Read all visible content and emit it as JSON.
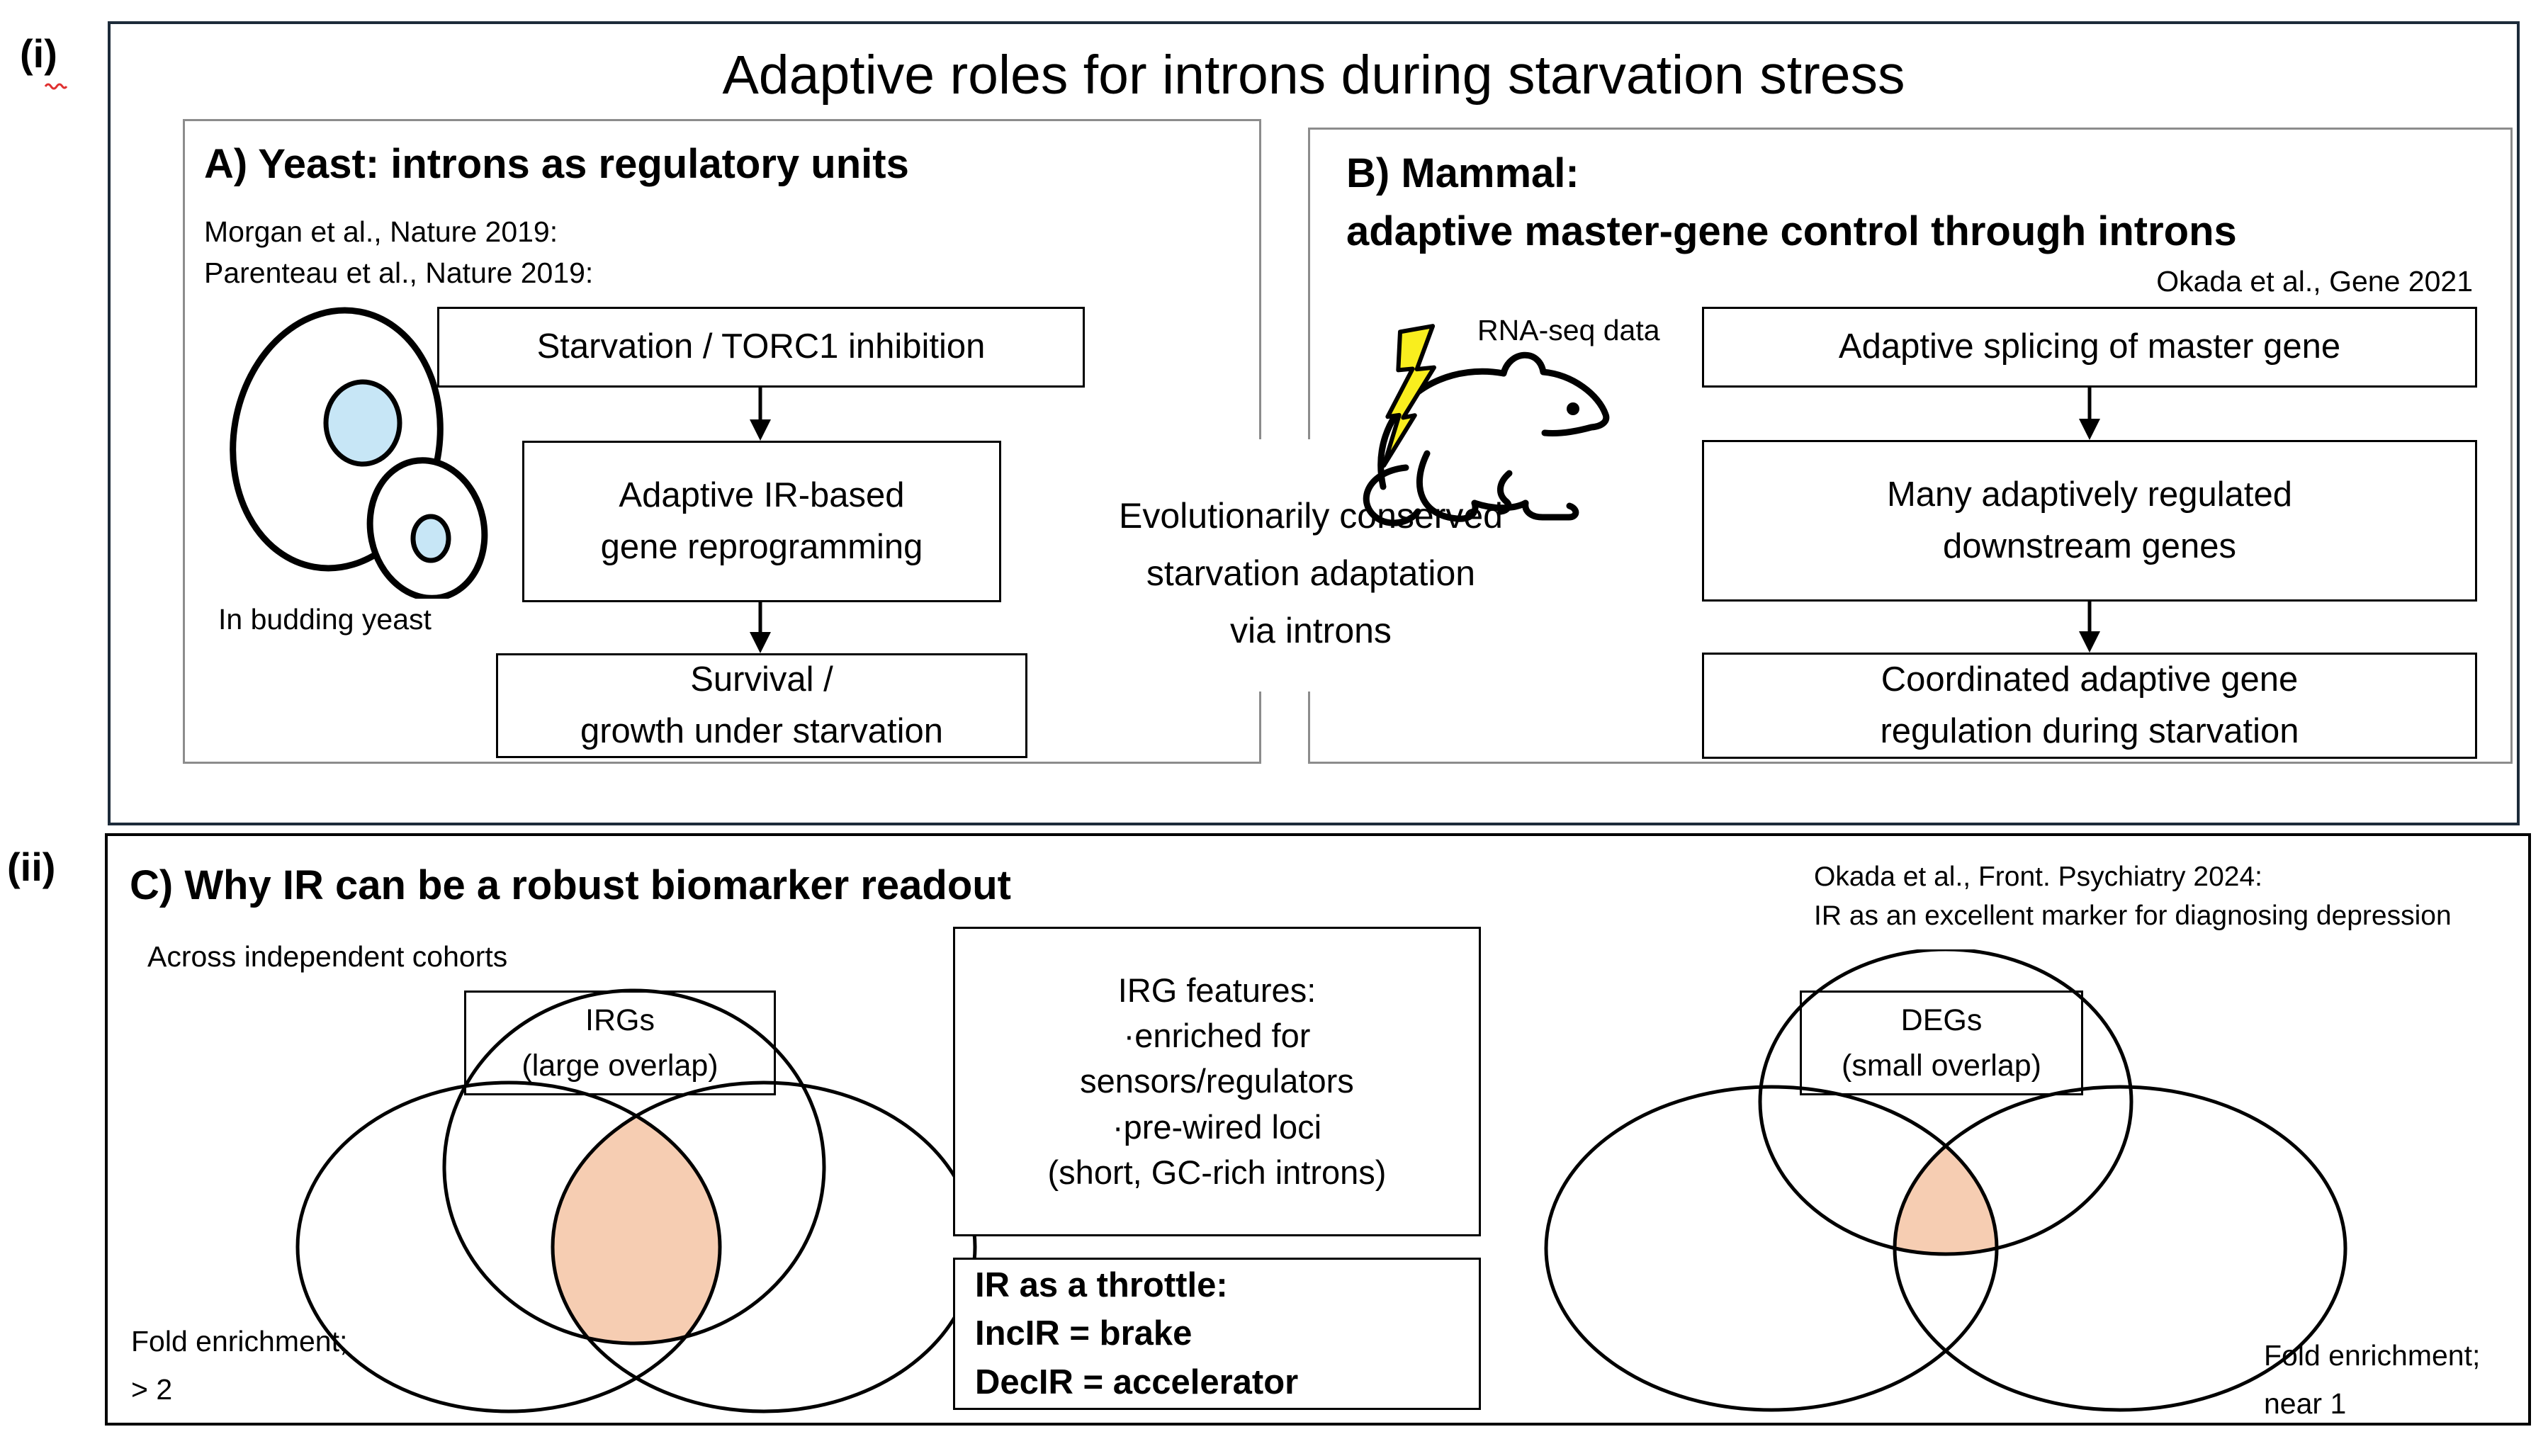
{
  "section1": {
    "label": "(i)",
    "title": "Adaptive roles for introns during starvation stress",
    "center_text": {
      "line1": "Evolutionarily conserved",
      "line2": "starvation adaptation",
      "line3": "via introns"
    },
    "panel_a": {
      "heading": "A) Yeast: introns as regulatory units",
      "citation1": "Morgan et al., Nature 2019:",
      "citation2": "Parenteau et al., Nature 2019:",
      "yeast_caption": "In budding yeast",
      "boxes": [
        {
          "lines": [
            "Starvation / TORC1 inhibition"
          ]
        },
        {
          "lines": [
            "Adaptive IR-based",
            "gene reprogramming"
          ]
        },
        {
          "lines": [
            "Survival /",
            "growth under starvation"
          ]
        }
      ]
    },
    "panel_b": {
      "heading_line1": "B) Mammal:",
      "heading_line2": "adaptive master-gene control through introns",
      "citation": "Okada et al., Gene 2021",
      "rnaseq_label": "RNA-seq data",
      "boxes": [
        {
          "lines": [
            "Adaptive splicing of master gene"
          ]
        },
        {
          "lines": [
            "Many adaptively regulated",
            "downstream genes"
          ]
        },
        {
          "lines": [
            "Coordinated adaptive gene",
            "regulation during starvation"
          ]
        }
      ]
    }
  },
  "section2": {
    "label": "(ii)",
    "heading": "C) Why IR can be a robust biomarker readout",
    "subheading": "Across independent cohorts",
    "citation_line1": "Okada et al., Front. Psychiatry 2024:",
    "citation_line2": "IR as an excellent marker for diagnosing depression",
    "left_venn": {
      "label_line1": "IRGs",
      "label_line2": "(large overlap)",
      "fold_line1": "Fold enrichment;",
      "fold_line2": "> 2"
    },
    "right_venn": {
      "label_line1": "DEGs",
      "label_line2": "(small overlap)",
      "fold_line1": "Fold enrichment;",
      "fold_line2": "near 1"
    },
    "irg_features": {
      "line1": "IRG features:",
      "line2": "·enriched for",
      "line3": "sensors/regulators",
      "line4": "·pre-wired loci",
      "line5": "(short, GC-rich introns)"
    },
    "throttle": {
      "line1": "IR as a throttle:",
      "line2": "IncIR = brake",
      "line3": "DecIR = accelerator"
    }
  },
  "icons": {
    "yeast": "budding-yeast-cells-icon",
    "mouse": "mouse-with-lightning-icon",
    "lightning": "lightning-bolt-icon"
  },
  "colors": {
    "venn_overlap_fill": "#f6cdb2",
    "nucleus_blue": "#c7e6f6",
    "lightning_yellow": "#f9ee1e",
    "section1_border": "#1d2b3a",
    "panel_border_gray": "#8c8c8c",
    "squiggle_red": "#e03030"
  }
}
